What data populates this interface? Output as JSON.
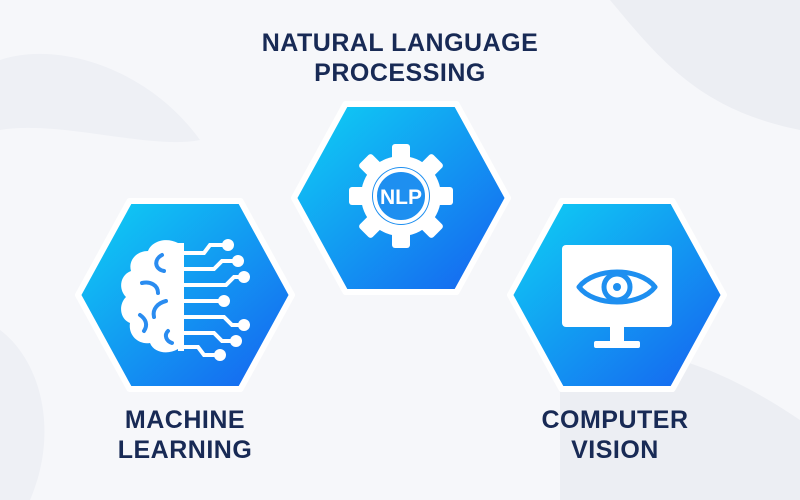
{
  "colors": {
    "hex_start": "#0fd2f4",
    "hex_end": "#1660f0",
    "hex_border": "#ffffff",
    "label": "#182a55",
    "background": "#f6f7fa"
  },
  "nodes": [
    {
      "id": "nlp",
      "title_lines": [
        "NATURAL LANGUAGE",
        "PROCESSING"
      ],
      "icon": "gear-icon",
      "icon_text": "NLP"
    },
    {
      "id": "ml",
      "title_lines": [
        "MACHINE",
        "LEARNING"
      ],
      "icon": "brain-circuit-icon"
    },
    {
      "id": "cv",
      "title_lines": [
        "COMPUTER",
        "VISION"
      ],
      "icon": "monitor-eye-icon"
    }
  ]
}
